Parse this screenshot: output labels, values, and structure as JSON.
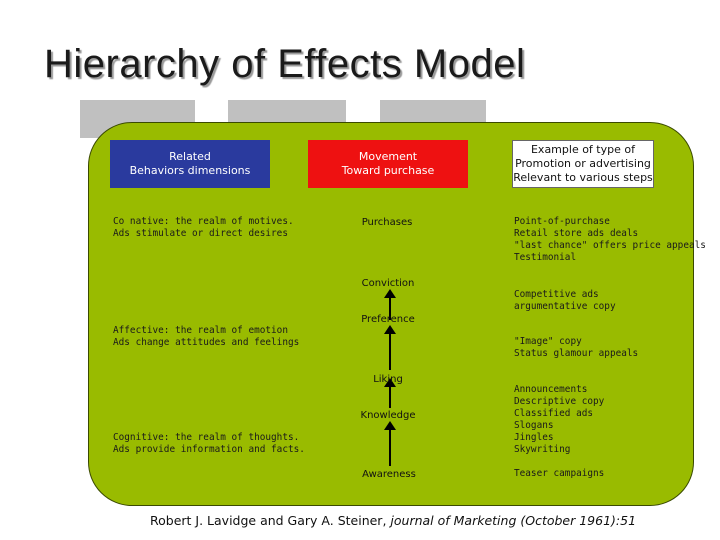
{
  "title": "Hierarchy of Effects Model",
  "headers": {
    "left": "Related\nBehaviors dimensions",
    "middle": "Movement\nToward purchase",
    "right": "Example of type of\nPromotion or advertising\nRelevant to various steps"
  },
  "dimensions": {
    "conative": "Co native: the realm of motives.\nAds stimulate or direct desires",
    "affective": "Affective: the realm of emotion\nAds change attitudes and feelings",
    "cognitive": "Cognitive: the realm of thoughts.\nAds provide information and facts."
  },
  "stages": {
    "purchases": "Purchases",
    "conviction": "Conviction",
    "preference": "Preference",
    "liking": "Liking",
    "knowledge": "Knowledge",
    "awareness": "Awareness"
  },
  "examples": {
    "purchase": "Point-of-purchase\nRetail store ads deals\n\"last chance\" offers price appeals\nTestimonial",
    "competitive": "Competitive ads\nargumentative copy",
    "image": "\"Image\" copy\nStatus glamour appeals",
    "announcements": "Announcements\nDescriptive copy\nClassified ads\nSlogans\nJingles\nSkywriting",
    "teaser": "Teaser campaigns"
  },
  "citation": {
    "authors": "Robert J. Lavidge and Gary A. Steiner,",
    "journal": "journal of Marketing (October 1961):51"
  },
  "colors": {
    "panel": "#99bb00",
    "blue_header": "#2a3a9e",
    "red_header": "#ee1111",
    "grey_tabs": "#c0c0c0"
  }
}
